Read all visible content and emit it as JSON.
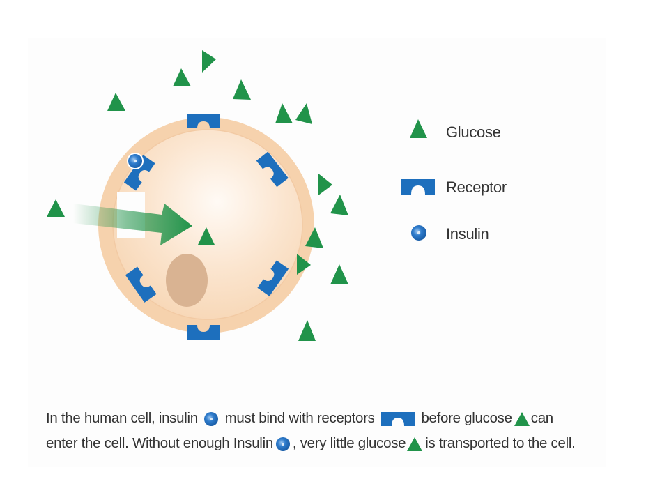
{
  "legend": {
    "glucose": "Glucose",
    "receptor": "Receptor",
    "insulin": "Insulin"
  },
  "caption": {
    "line1_part1": "In the human cell, insulin",
    "line1_part2": "must bind with receptors",
    "line1_part3": "before glucose",
    "line1_part4": "can",
    "line2_part1": "enter the cell. Without enough Insulin",
    "line2_part2": ", very little glucose",
    "line2_part3": "is transported to the cell."
  },
  "colors": {
    "glucose": "#21934a",
    "receptor": "#1d6fbd",
    "insulin": "#2a74c4",
    "cell_membrane": "#f6d3b0",
    "cell_inner": "#fbe7d2",
    "nucleus": "#d8b18f"
  }
}
